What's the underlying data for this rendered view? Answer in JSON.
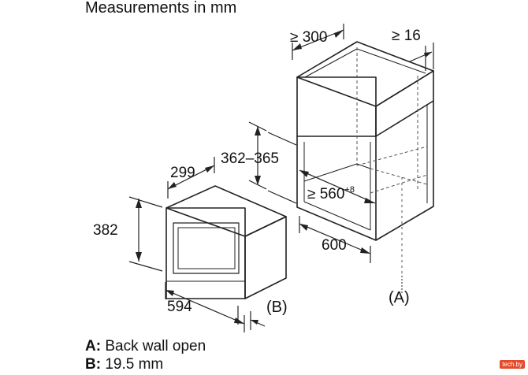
{
  "title": "Measurements in mm",
  "dimensions": {
    "niche_depth_min": "≥ 300",
    "gap_min": "≥ 16",
    "niche_height": "362–365",
    "niche_width_base": "≥ 560",
    "niche_width_sup": "+8",
    "cabinet_width": "600",
    "appliance_depth": "299",
    "appliance_height": "382",
    "appliance_width": "594"
  },
  "markers": {
    "a": "(A)",
    "b": "(B)"
  },
  "legend": {
    "a_key": "A:",
    "a_text": "Back wall open",
    "b_key": "B:",
    "b_text": "19.5 mm"
  },
  "watermark": "tech.by",
  "colors": {
    "line": "#222222",
    "dash": "#555555",
    "badge": "#e34b2a"
  }
}
